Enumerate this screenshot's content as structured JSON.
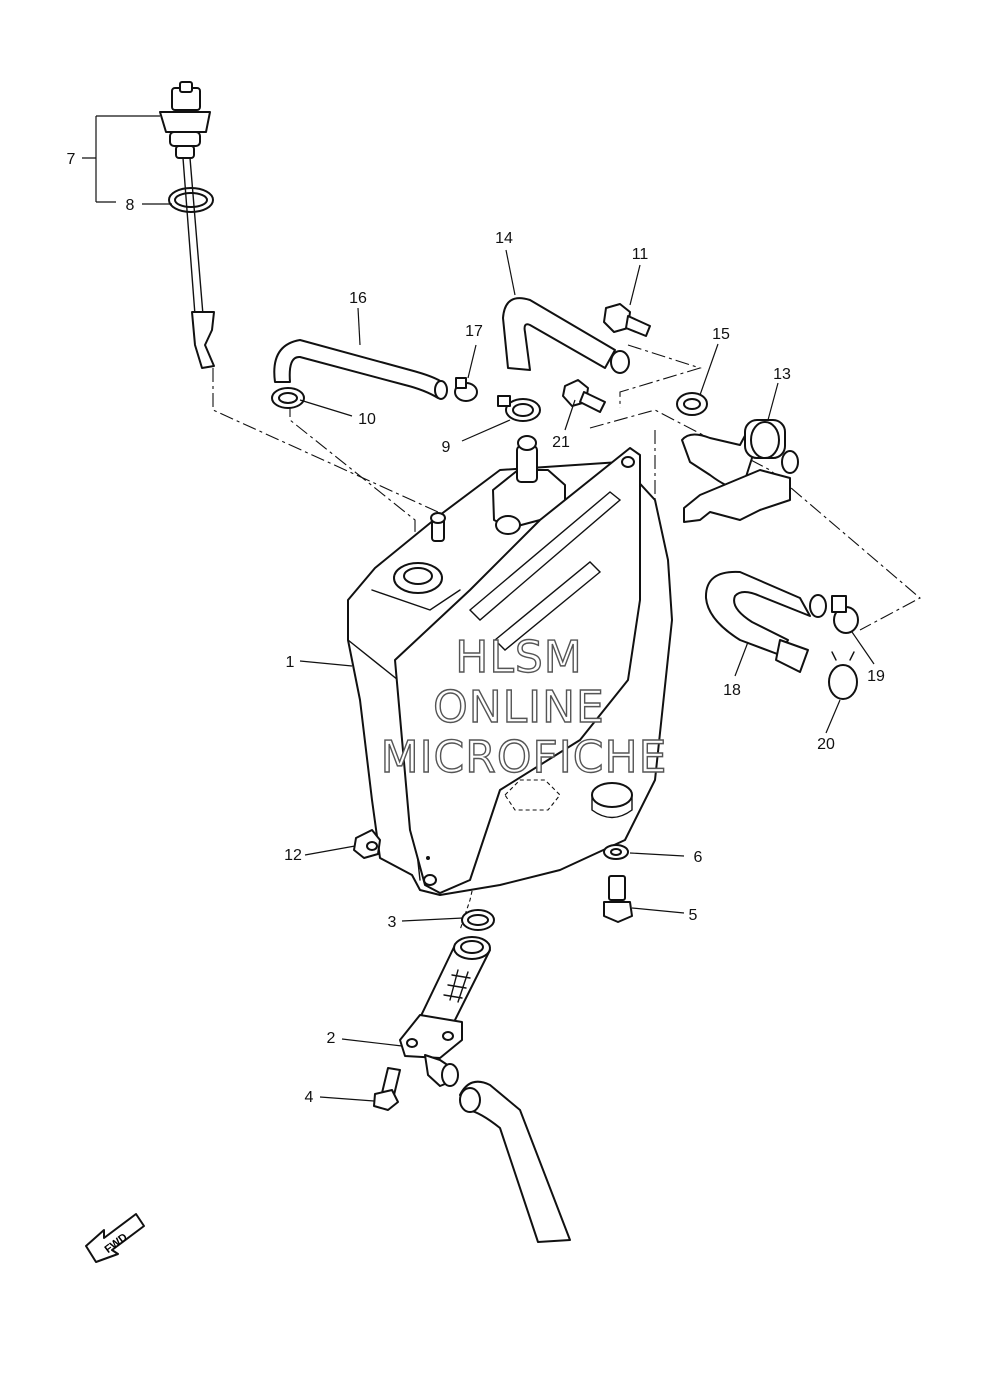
{
  "diagram": {
    "watermark": [
      "HLSM",
      "ONLINE",
      "MICROFICHE"
    ],
    "fwd_label": "FWD",
    "callouts": [
      "1",
      "2",
      "3",
      "4",
      "5",
      "6",
      "7",
      "8",
      "9",
      "10",
      "11",
      "12",
      "13",
      "14",
      "15",
      "16",
      "17",
      "18",
      "19",
      "20",
      "21"
    ]
  }
}
